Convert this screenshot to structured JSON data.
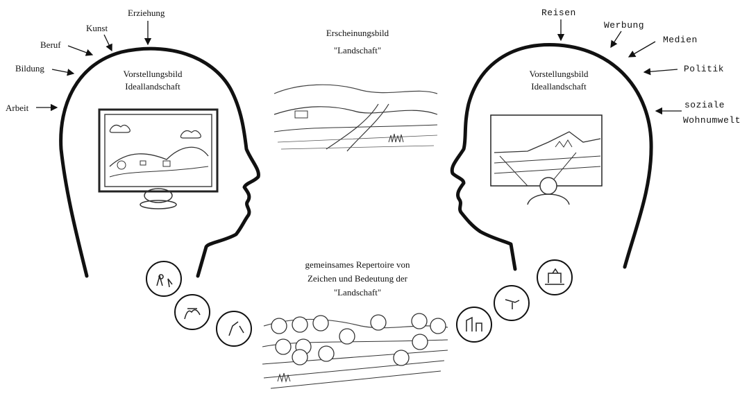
{
  "left_head": {
    "labels": [
      "Erziehung",
      "Kunst",
      "Beruf",
      "Bildung",
      "Arbeit"
    ],
    "caption_line1": "Vorstellungsbild",
    "caption_line2": "Ideallandschaft"
  },
  "right_head": {
    "labels": [
      "Reisen",
      "Werbung",
      "Medien",
      "Politik",
      "soziale",
      "Wohnumwelt"
    ],
    "caption_line1": "Vorstellungsbild",
    "caption_line2": "Ideallandschaft"
  },
  "center_top": {
    "line1": "Erscheinungsbild",
    "line2": "\"Landschaft\""
  },
  "center_bottom": {
    "line1": "gemeinsames Repertoire von",
    "line2": "Zeichen und Bedeutung der",
    "line3": "\"Landschaft\""
  }
}
